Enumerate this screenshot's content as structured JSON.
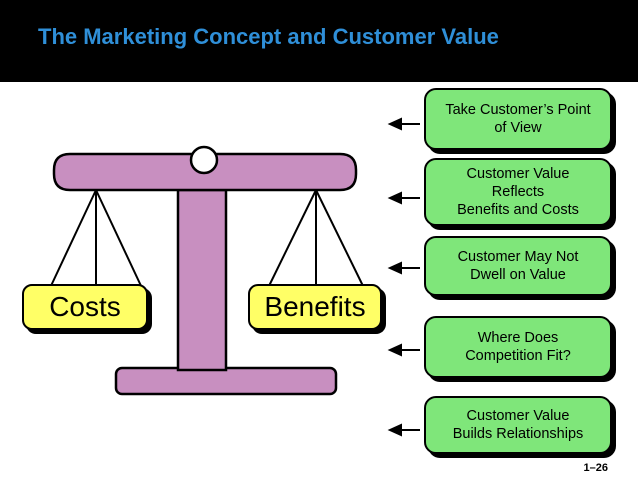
{
  "header": {
    "title": "The Marketing Concept and Customer Value"
  },
  "scale": {
    "left_label": "Costs",
    "right_label": "Benefits"
  },
  "boxes": [
    {
      "line1": "Take Customer’s Point",
      "line2": "of View",
      "line3": ""
    },
    {
      "line1": "Customer Value",
      "line2": "Reflects",
      "line3": "Benefits and Costs"
    },
    {
      "line1": "Customer May Not",
      "line2": "Dwell on Value",
      "line3": ""
    },
    {
      "line1": "Where Does",
      "line2": "Competition Fit?",
      "line3": ""
    },
    {
      "line1": "Customer Value",
      "line2": "Builds Relationships",
      "line3": ""
    }
  ],
  "footer": {
    "slide_number": "1–26"
  },
  "colors": {
    "title": "#2f8fd8",
    "box_fill": "#7fe67a",
    "scale_fill": "#c88fc0",
    "pan_fill": "#ffff66"
  }
}
